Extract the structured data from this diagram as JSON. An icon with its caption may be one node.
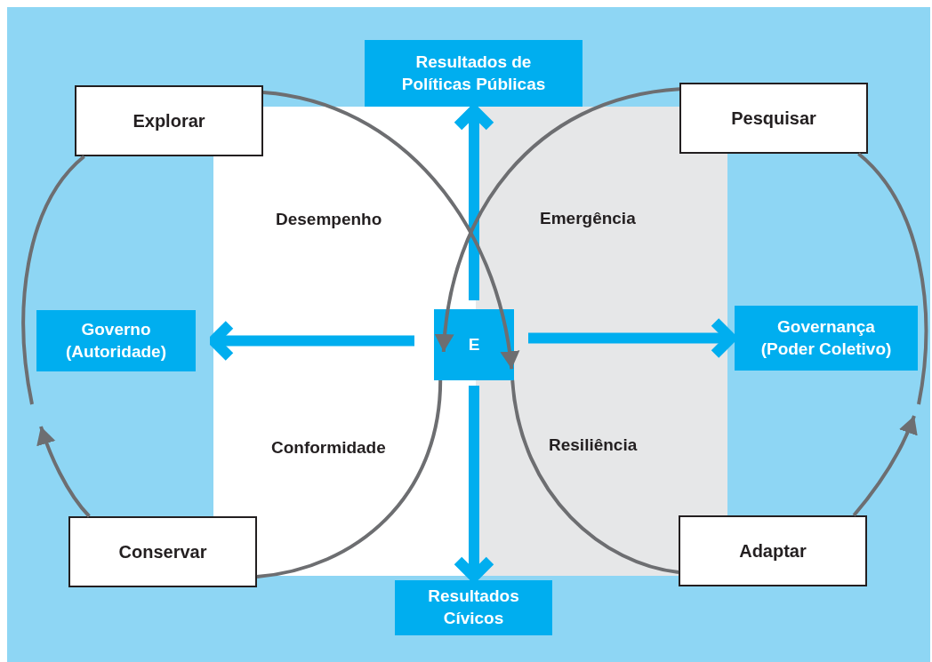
{
  "diagram": {
    "nodes": [
      {
        "text": [
          "Resultados de Políticas Públicas"
        ]
      },
      {
        "text": [
          "Explorar"
        ]
      },
      {
        "text": [
          "Pesquisar"
        ]
      },
      {
        "text": [
          "Governo (Autoridade)"
        ]
      },
      {
        "text": [
          "E"
        ]
      },
      {
        "text": [
          "Governança (Poder Coletivo)"
        ]
      },
      {
        "text": [
          "Conservar"
        ]
      },
      {
        "text": [
          "Adaptar"
        ]
      },
      {
        "text": [
          "Resultados Cívicos"
        ]
      }
    ],
    "edges": [
      {
        "from": 4,
        "to": 0,
        "arrow": "to",
        "style": "thick",
        "color": "#00aeef"
      },
      {
        "from": 4,
        "to": 3,
        "arrow": "to",
        "style": "thick",
        "color": "#00aeef"
      },
      {
        "from": 4,
        "to": 5,
        "arrow": "to",
        "style": "thick",
        "color": "#00aeef"
      },
      {
        "from": 4,
        "to": 8,
        "arrow": "to",
        "style": "thick",
        "color": "#00aeef"
      },
      {
        "from": 6,
        "to": null,
        "arrow": "to"
      },
      {
        "from": null,
        "to": 1,
        "arrow": "none"
      },
      {
        "from": 1,
        "to": 4,
        "arrow": "to"
      },
      {
        "from": 2,
        "to": 4,
        "arrow": "to"
      },
      {
        "from": 4,
        "to": 6,
        "arrow": "none"
      },
      {
        "from": 4,
        "to": 7,
        "arrow": "none"
      },
      {
        "from": 7,
        "to": null,
        "arrow": "to"
      },
      {
        "from": null,
        "to": 2,
        "arrow": "none"
      }
    ],
    "labels": [
      "Desempenho",
      "Emergência",
      "Conformidade",
      "Resiliência"
    ]
  }
}
